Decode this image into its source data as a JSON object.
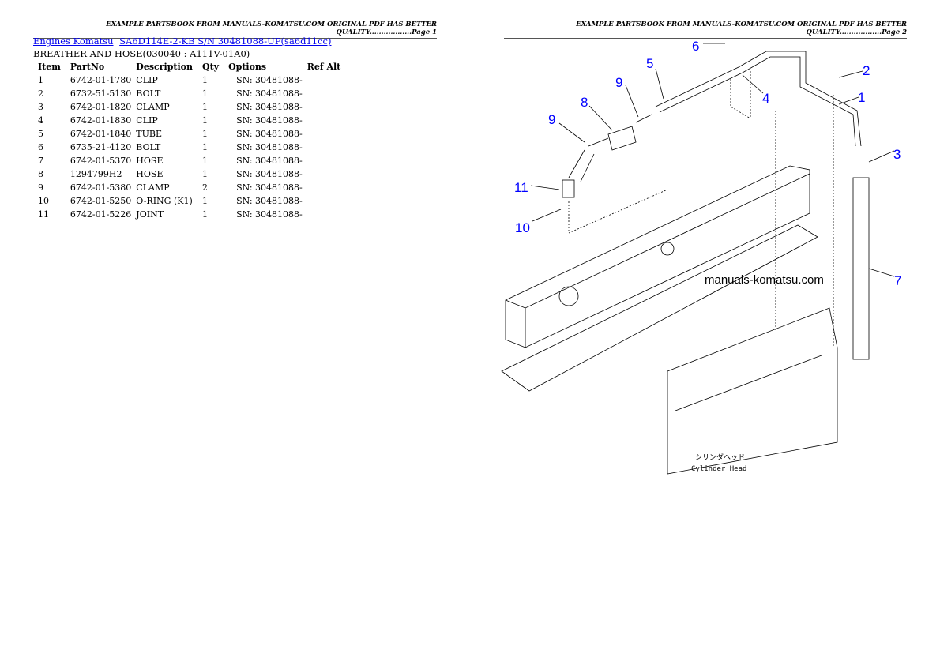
{
  "page1": {
    "header": "EXAMPLE PARTSBOOK FROM MANUALS-KOMATSU.COM ORIGINAL PDF HAS BETTER QUALITY..................Page 1",
    "breadcrumb": [
      {
        "label": "Engines Komatsu"
      },
      {
        "label": "SA6D114E-2-KB S/N 30481088-UP(sa6d11cc)"
      }
    ],
    "subtitle": "BREATHER AND HOSE(030040 : A111V-01A0)",
    "columns": [
      "Item",
      "PartNo",
      "Description",
      "Qty",
      "Options",
      "Ref Alt"
    ],
    "rows": [
      [
        "1",
        "6742-01-1780",
        "CLIP",
        "1",
        "SN: 30481088-",
        ""
      ],
      [
        "2",
        "6732-51-5130",
        "BOLT",
        "1",
        "SN: 30481088-",
        ""
      ],
      [
        "3",
        "6742-01-1820",
        "CLAMP",
        "1",
        "SN: 30481088-",
        ""
      ],
      [
        "4",
        "6742-01-1830",
        "CLIP",
        "1",
        "SN: 30481088-",
        ""
      ],
      [
        "5",
        "6742-01-1840",
        "TUBE",
        "1",
        "SN: 30481088-",
        ""
      ],
      [
        "6",
        "6735-21-4120",
        "BOLT",
        "1",
        "SN: 30481088-",
        ""
      ],
      [
        "7",
        "6742-01-5370",
        "HOSE",
        "1",
        "SN: 30481088-",
        ""
      ],
      [
        "8",
        "1294799H2",
        "HOSE",
        "1",
        "SN: 30481088-",
        ""
      ],
      [
        "9",
        "6742-01-5380",
        "CLAMP",
        "2",
        "SN: 30481088-",
        ""
      ],
      [
        "10",
        "6742-01-5250",
        "O-RING (K1)",
        "1",
        "SN: 30481088-",
        ""
      ],
      [
        "11",
        "6742-01-5226",
        "JOINT",
        "1",
        "SN: 30481088-",
        ""
      ]
    ]
  },
  "page2": {
    "header": "EXAMPLE PARTSBOOK FROM MANUALS-KOMATSU.COM ORIGINAL PDF HAS BETTER QUALITY..................Page 2",
    "watermark": "manuals-komatsu.com",
    "label_jp": "シリンダヘッド",
    "label_en": "Cylinder Head",
    "callouts": [
      "6",
      "5",
      "9",
      "8",
      "9",
      "11",
      "10",
      "2",
      "4",
      "1",
      "3",
      "7"
    ],
    "callout_color": "#0000ff"
  }
}
